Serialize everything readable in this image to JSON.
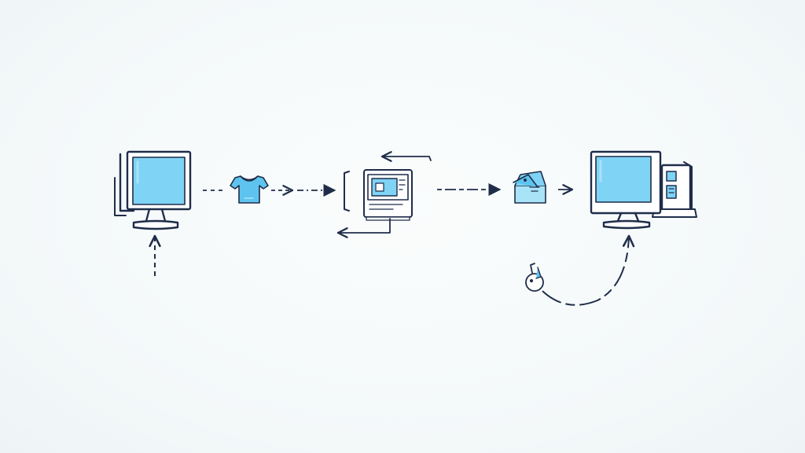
{
  "diagram": {
    "colors": {
      "background": "#f6f9fa",
      "ink": "#1f2d4a",
      "screen": "#7fd3f5",
      "screen_highlight": "#a8e3f8",
      "accent": "#5ec4ef"
    },
    "nodes": [
      {
        "id": "source-computer",
        "icon": "monitor-icon"
      },
      {
        "id": "tshirt",
        "icon": "tshirt-icon"
      },
      {
        "id": "processing-device",
        "icon": "device-window-icon"
      },
      {
        "id": "package",
        "icon": "package-icon"
      },
      {
        "id": "destination-computer",
        "icon": "desktop-tower-icon"
      },
      {
        "id": "mouse",
        "icon": "mouse-icon"
      }
    ],
    "edges": [
      {
        "from": "input",
        "to": "source-computer",
        "style": "dashed"
      },
      {
        "from": "source-computer",
        "to": "tshirt",
        "style": "dashed"
      },
      {
        "from": "tshirt",
        "to": "processing-device",
        "style": "dashed"
      },
      {
        "from": "processing-device",
        "to": "processing-device",
        "style": "loop"
      },
      {
        "from": "processing-device",
        "to": "package",
        "style": "dashed"
      },
      {
        "from": "package",
        "to": "destination-computer",
        "style": "solid"
      },
      {
        "from": "mouse",
        "to": "destination-computer",
        "style": "dashed-curve"
      }
    ]
  }
}
